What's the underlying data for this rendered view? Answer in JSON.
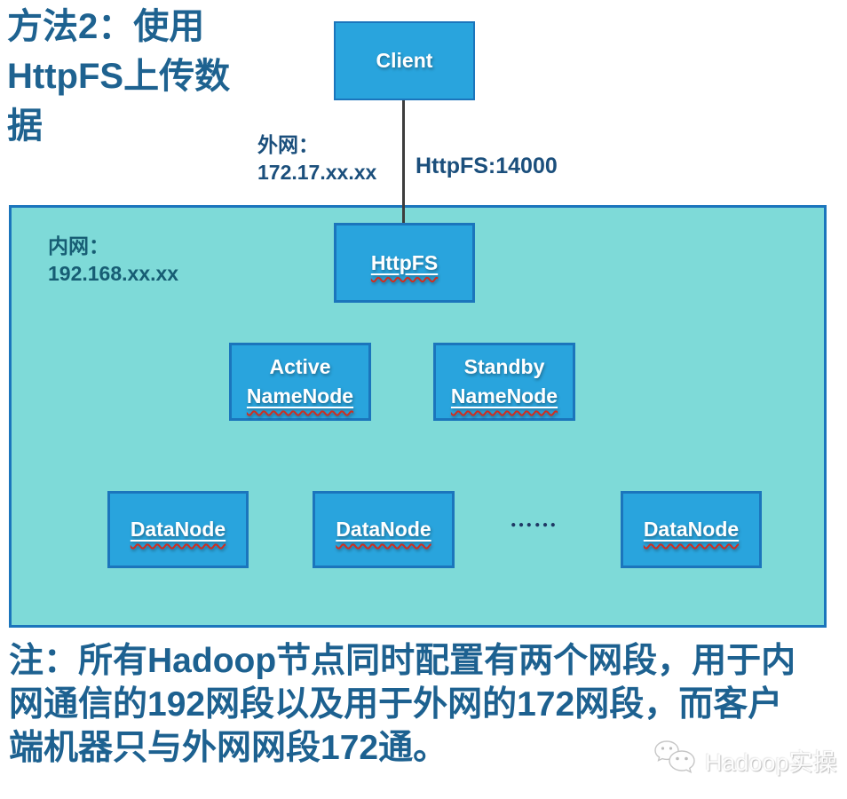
{
  "colors": {
    "box_fill": "#29a4dd",
    "box_border": "#1b75bc",
    "cluster_fill": "#7edad8",
    "title_text": "#1e6290",
    "note_text": "#1d6190",
    "label_text": "#1b4f7c",
    "connector": "#3d3d3d",
    "squiggle": "#cf2e20",
    "box_label_text": "#ffffff"
  },
  "title": {
    "lines": [
      [
        {
          "t": "方法",
          "c": "zh"
        },
        {
          "t": "2",
          "c": "lat"
        },
        {
          "t": "：使用",
          "c": "zh"
        }
      ],
      [
        {
          "t": "HttpFS",
          "c": "lat"
        },
        {
          "t": "上传数",
          "c": "zh"
        }
      ],
      [
        {
          "t": "据",
          "c": "zh"
        }
      ]
    ]
  },
  "labels": {
    "outer_net_line1": "外网：",
    "outer_net_line2": "172.17.xx.xx",
    "httpfs_port": "HttpFS:14000",
    "inner_net_line1": "内网：",
    "inner_net_line2": "192.168.xx.xx",
    "ellipsis": "……"
  },
  "nodes": {
    "client": {
      "label": "Client"
    },
    "httpfs": {
      "label": "HttpFS"
    },
    "active_namenode": {
      "line1": "Active",
      "line2": "NameNode"
    },
    "standby_namenode": {
      "line1": "Standby",
      "line2": "NameNode"
    },
    "datanode1": {
      "label": "DataNode"
    },
    "datanode2": {
      "label": "DataNode"
    },
    "datanode3": {
      "label": "DataNode"
    }
  },
  "note": {
    "lines": [
      [
        {
          "t": "注：所有",
          "c": "zh"
        },
        {
          "t": "Hadoop",
          "c": "lat"
        },
        {
          "t": "节点同时配置有两个网段，用于内",
          "c": "zh"
        }
      ],
      [
        {
          "t": "网通信的",
          "c": "zh"
        },
        {
          "t": "192",
          "c": "lat"
        },
        {
          "t": "网段以及用于外网的",
          "c": "zh"
        },
        {
          "t": "172",
          "c": "lat"
        },
        {
          "t": "网段，而客户",
          "c": "zh"
        }
      ],
      [
        {
          "t": "端机器只与外网网段",
          "c": "zh"
        },
        {
          "t": "172",
          "c": "lat"
        },
        {
          "t": "通。",
          "c": "zh"
        }
      ]
    ]
  },
  "watermark": {
    "text": "Hadoop实操",
    "icon": "wechat-icon"
  }
}
